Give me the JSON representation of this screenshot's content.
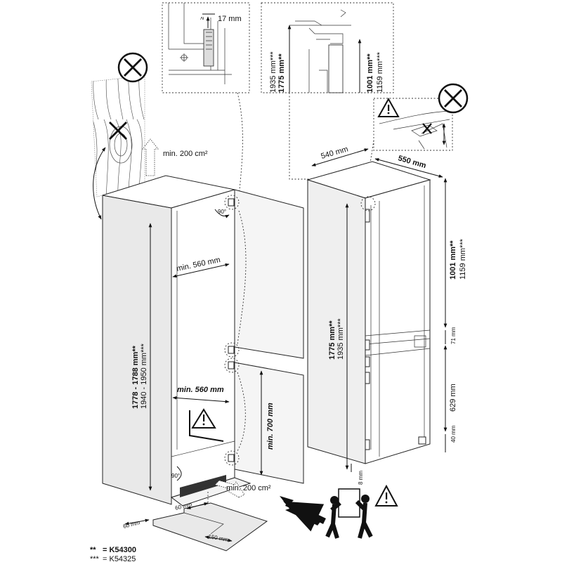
{
  "detail_top_left": {
    "gap_label": "17 mm",
    "ge_symbol": "≥"
  },
  "detail_top_right": {
    "height_primary": "1775 mm**",
    "height_secondary": "1935 mm***",
    "upper_primary": "1001 mm**",
    "upper_secondary": "1159 mm***"
  },
  "niche": {
    "vent_top": "min. 200 cm²",
    "width_upper": "min. 560 mm",
    "width_lower": "min. 560 mm",
    "height_primary": "1778 - 1788 mm**",
    "height_secondary": "1940 - 1950 mm***",
    "door_height": "min. 700 mm",
    "angle_top": "90°",
    "angle_bottom": "90°",
    "vent_bottom": "min. 200 cm²",
    "depth_60": "60 mm",
    "plinth_60": "60 mm",
    "plinth_150": "150 mm"
  },
  "appliance": {
    "depth": "540 mm",
    "width": "550 mm",
    "height_primary": "1775 mm**",
    "height_secondary": "1935 mm***",
    "upper_primary": "1001 mm**",
    "upper_secondary": "1159 mm***",
    "gap": "71 mm",
    "freezer": "629 mm",
    "bottom": "40 mm",
    "foot": "8 mm"
  },
  "legend": {
    "line1_marker": "**",
    "line1_eq": "= K54300",
    "line2_marker": "***",
    "line2_eq": "= K54325"
  },
  "icons": [
    "prohibited-icon",
    "prohibited-icon",
    "warning-icon",
    "warning-icon",
    "two-person-lift-icon"
  ]
}
